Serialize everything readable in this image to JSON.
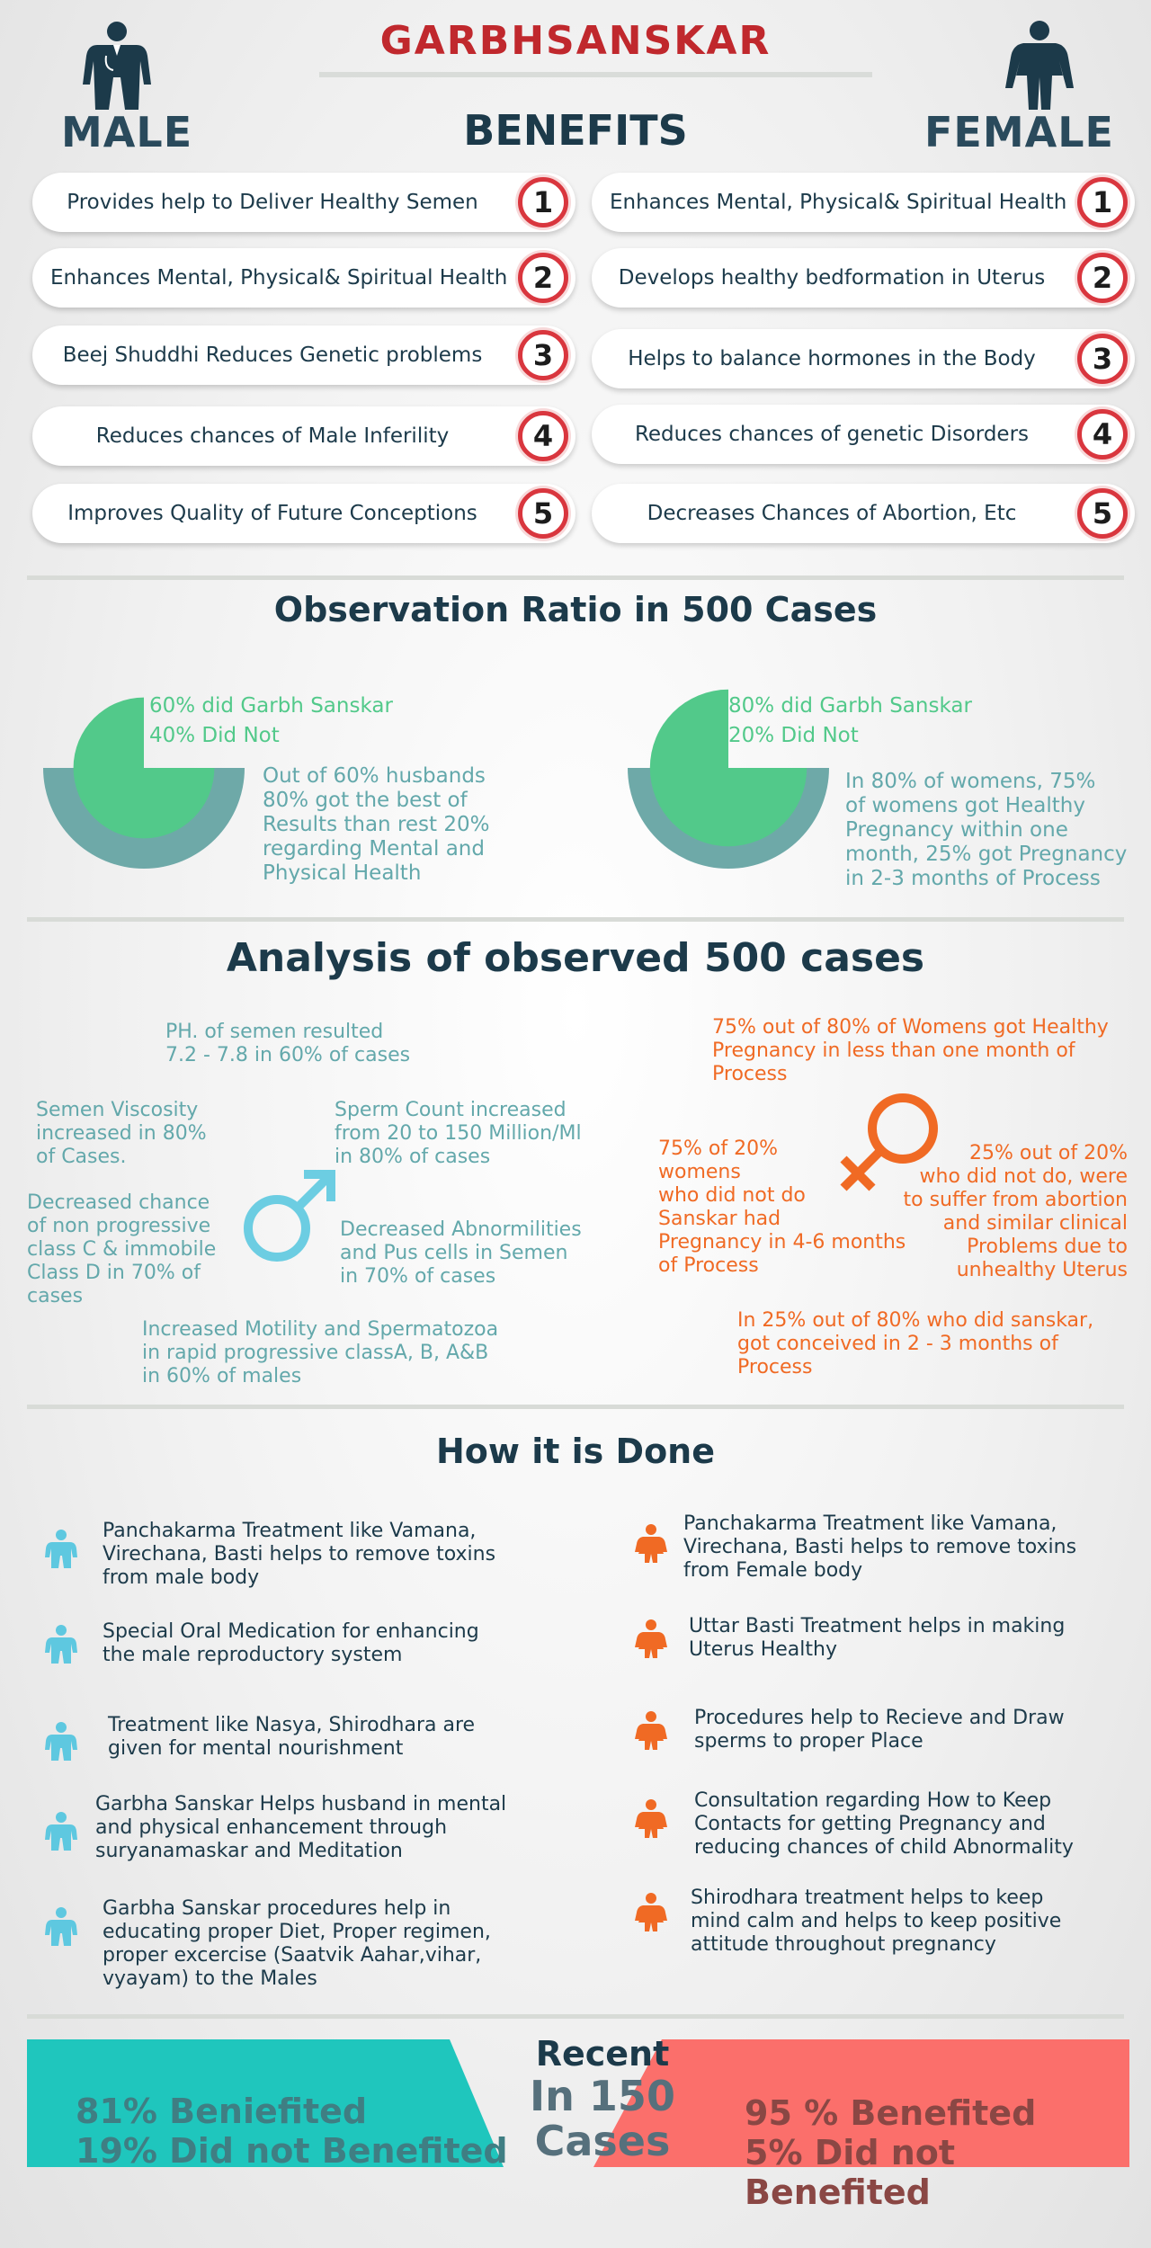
{
  "title": "GARBHSANSKAR",
  "male_label": "MALE",
  "female_label": "FEMALE",
  "benefits_title": "BENEFITS",
  "male_benefits": [
    {
      "text": "Provides help to Deliver Healthy Semen",
      "num": "1"
    },
    {
      "text": "Enhances Mental, Physical& Spiritual Health",
      "num": "2"
    },
    {
      "text": "Beej Shuddhi Reduces Genetic problems",
      "num": "3"
    },
    {
      "text": "Reduces chances of Male Inferility",
      "num": "4"
    },
    {
      "text": "Improves Quality of Future Conceptions",
      "num": "5"
    }
  ],
  "female_benefits": [
    {
      "text": "Enhances Mental, Physical& Spiritual Health",
      "num": "1"
    },
    {
      "text": "Develops healthy bedformation in Uterus",
      "num": "2"
    },
    {
      "text": "Helps to balance hormones in the Body",
      "num": "3"
    },
    {
      "text": "Reduces chances of genetic Disorders",
      "num": "4"
    },
    {
      "text": "Decreases Chances of Abortion, Etc",
      "num": "5"
    }
  ],
  "observation": {
    "title": "Observation Ratio in 500 Cases",
    "male": {
      "did_pct": 60,
      "line1": "60% did Garbh Sanskar",
      "line2": "40% Did Not",
      "desc": [
        "Out of 60% husbands",
        "80% got the best of",
        "Results than rest 20%",
        "regarding Mental and",
        "Physical Health"
      ]
    },
    "female": {
      "did_pct": 80,
      "line1": "80% did Garbh Sanskar",
      "line2": "20% Did Not",
      "desc": [
        "In 80% of womens, 75%",
        "of womens got Healthy",
        "Pregnancy within one",
        "month, 25% got Pregnancy",
        "in 2-3 months of Process"
      ]
    }
  },
  "analysis": {
    "title": "Analysis of observed 500 cases",
    "male": {
      "ph": [
        "PH. of semen resulted",
        "7.2 - 7.8 in 60% of cases"
      ],
      "viscosity": [
        "Semen Viscosity",
        "increased in 80%",
        "of Cases."
      ],
      "sperm_count": [
        "Sperm Count increased",
        "from 20 to 150 Million/Ml",
        "in 80% of cases"
      ],
      "progressive": [
        "Decreased chance",
        "of non progressive",
        "class C & immobile",
        "Class D in 70% of",
        "cases"
      ],
      "abnormalities": [
        "Decreased Abnormilities",
        "and Pus cells in Semen",
        "in 70% of cases"
      ],
      "motility": [
        "Increased Motility and Spermatozoa",
        "in rapid progressive classA, B, A&B",
        "in 60% of males"
      ]
    },
    "female": {
      "healthy": [
        "75% out of 80% of Womens got Healthy",
        "Pregnancy in less than one month of",
        "Process"
      ],
      "no_sanskar": [
        "75% of 20%",
        "womens",
        "who did not do",
        "Sanskar had",
        "Pregnancy in 4-6 months",
        "of Process"
      ],
      "abortion": [
        "25% out of 20%",
        "who did not do, were",
        "to suffer from abortion",
        "and similar clinical",
        "Problems due to",
        "unhealthy Uterus"
      ],
      "conceived": [
        "In 25% out of 80% who did sanskar,",
        "got conceived in 2 - 3 months of",
        "Process"
      ]
    }
  },
  "how": {
    "title": "How it is Done",
    "male": [
      [
        "Panchakarma Treatment like Vamana,",
        "Virechana, Basti helps to remove toxins",
        "from male body"
      ],
      [
        "Special Oral Medication for enhancing",
        "the male reproductory system"
      ],
      [
        "Treatment like Nasya, Shirodhara are",
        "given for mental nourishment"
      ],
      [
        "Garbha Sanskar Helps husband in mental",
        "and physical enhancement through",
        "suryanamaskar and Meditation"
      ],
      [
        "Garbha Sanskar procedures help in",
        "educating proper Diet, Proper regimen,",
        "proper excercise (Saatvik Aahar,vihar,",
        "vyayam) to the Males"
      ]
    ],
    "female": [
      [
        "Panchakarma Treatment like Vamana,",
        "Virechana, Basti helps to remove toxins",
        "from Female body"
      ],
      [
        "Uttar Basti Treatment helps in making",
        "Uterus Healthy"
      ],
      [
        "Procedures help to Recieve and Draw",
        "sperms to proper Place"
      ],
      [
        "Consultation regarding How to Keep",
        "Contacts for getting Pregnancy and",
        "reducing chances of child Abnormality"
      ],
      [
        "Shirodhara treatment helps to keep",
        "mind calm and helps to keep positive",
        "attitude throughout pregnancy"
      ]
    ]
  },
  "recent": {
    "title_lines": [
      "Recent",
      "In 150",
      "Cases"
    ],
    "male": {
      "benefited_pct": 81,
      "lines": [
        "81% Beniefited",
        "19% Did not Benefited"
      ]
    },
    "female": {
      "benefited_pct": 95,
      "lines": [
        "95 % Benefited",
        "5% Did not Benefited"
      ]
    }
  },
  "colors": {
    "title_red": "#c0282d",
    "navy": "#1c3a4a",
    "teal": "#63a8ab",
    "green": "#52c98a",
    "orange": "#f06a24",
    "male_icon": "#5ec8e0",
    "female_icon": "#f06a24",
    "male_banner": "#1fc6bd",
    "female_banner": "#fb6f6b"
  }
}
